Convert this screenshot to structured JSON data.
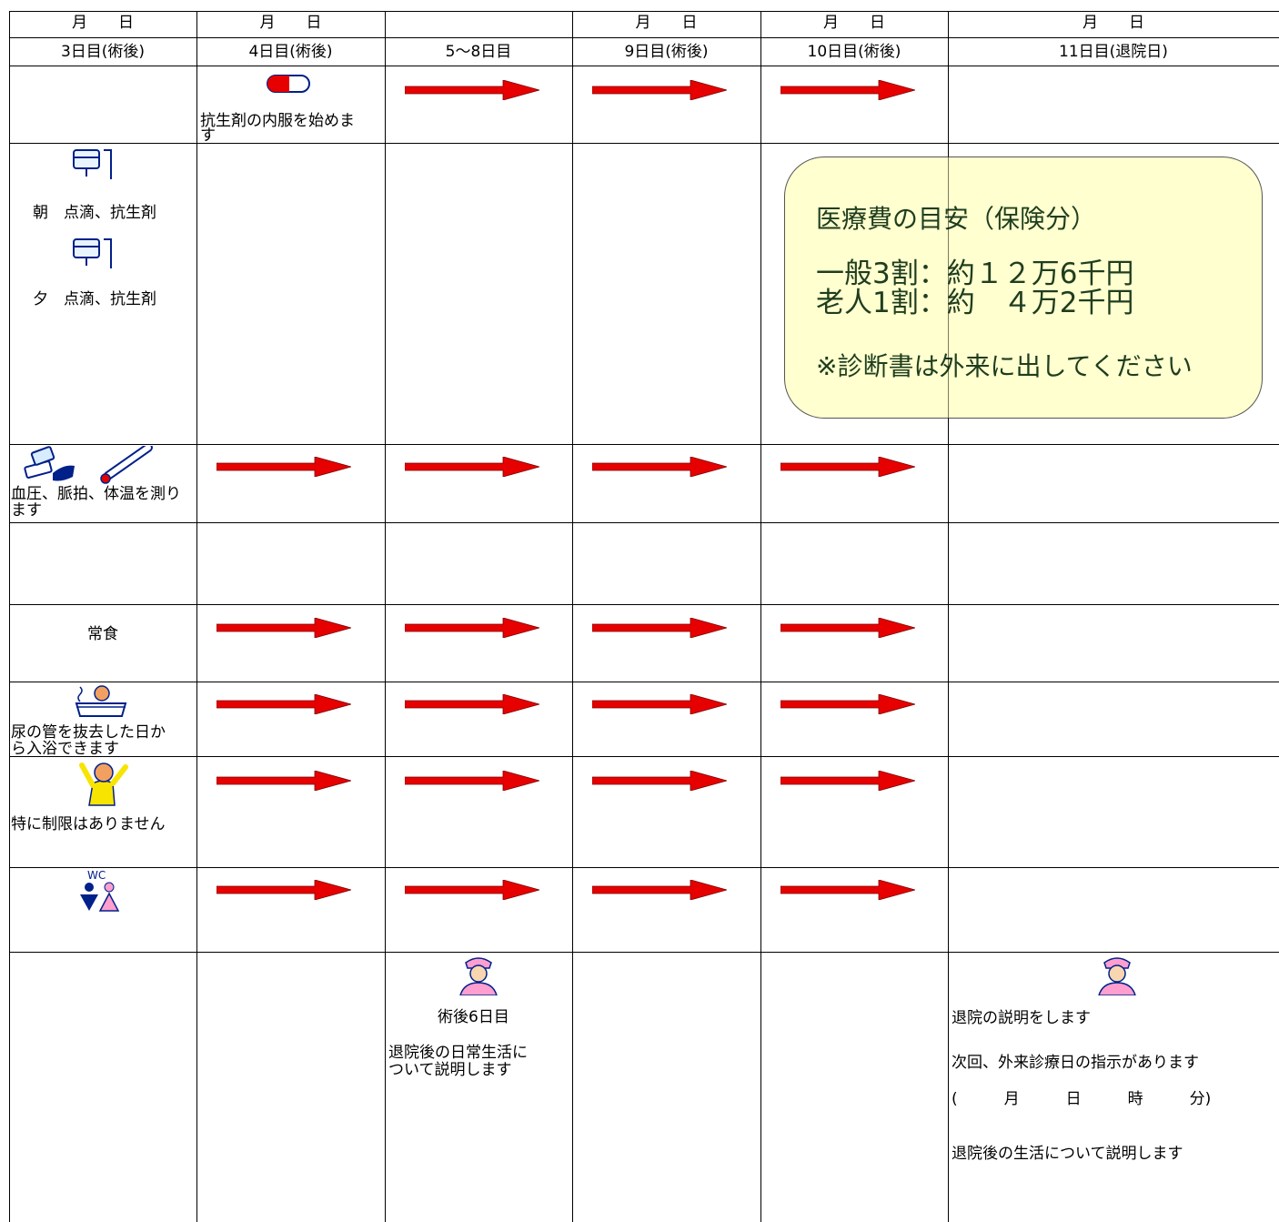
{
  "header": {
    "date_labels": [
      "月　　日",
      "月　　日",
      "",
      "月　　日",
      "月　　日",
      "月　　日"
    ],
    "day_labels": [
      "3日目(術後)",
      "4日目(術後)",
      "5～8日目",
      "9日目(術後)",
      "10日目(術後)",
      "11日目(退院日)"
    ]
  },
  "rows": {
    "medication": {
      "text_line1": "抗生剤の内服を始めま",
      "text_line2": "す"
    },
    "drip": {
      "morning": "朝　点滴、抗生剤",
      "evening": "夕　点滴、抗生剤"
    },
    "vitals": {
      "line1": "血圧、脈拍、体温を測り",
      "line2": "ます"
    },
    "meal": {
      "label": "常食"
    },
    "bath": {
      "line1": "尿の管を抜去した日か",
      "line2": "ら入浴できます"
    },
    "activity": {
      "label": "特に制限はありません"
    },
    "explanation": {
      "postop_day": "術後6日目",
      "postop_line1": "退院後の日常生活に",
      "postop_line2": "ついて説明します",
      "discharge_1": "退院の説明をします",
      "discharge_2": "次回、外来診療日の指示があります",
      "discharge_3": "(　　　月　　　日　　　時　　　分)",
      "discharge_4": "退院後の生活について説明します"
    }
  },
  "callout": {
    "title": "医療費の目安（保険分）",
    "line1": "一般3割：約１２万6千円",
    "line2": "老人1割：約　４万2千円",
    "note": "※診断書は外来に出してください"
  },
  "icons": {
    "pill": "pill-icon",
    "drip": "iv-drip-icon",
    "vitals": "blood-pressure-thermometer-icon",
    "bath": "bath-icon",
    "activity": "stretching-person-icon",
    "toilet": "wc-icon",
    "nurse": "nurse-icon"
  },
  "colors": {
    "arrow": "#e60000",
    "callout_bg": "#ffffc8"
  }
}
